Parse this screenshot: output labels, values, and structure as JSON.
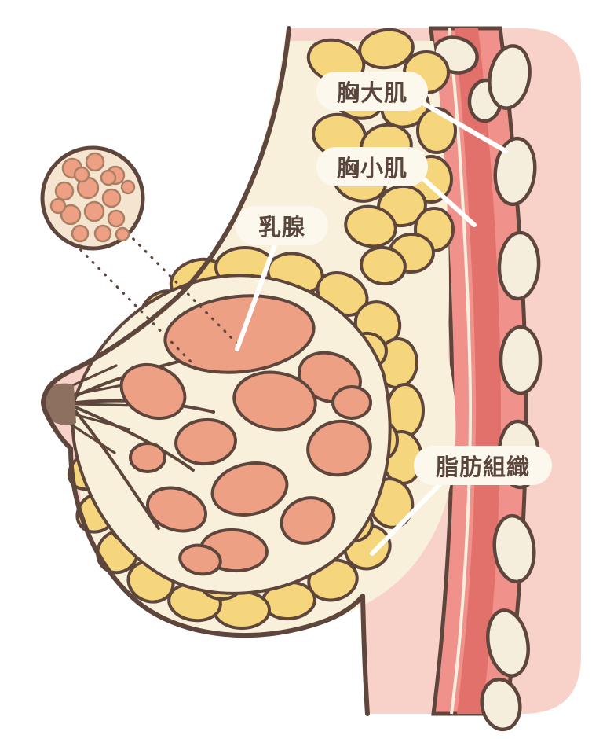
{
  "page": {
    "background": "#ffffff"
  },
  "illustration": {
    "subject": "breast-anatomy-cross-section",
    "labels": {
      "pectoralis_major": "胸大肌",
      "pectoralis_minor": "胸小肌",
      "mammary_gland": "乳腺",
      "adipose_tissue": "脂肪組織"
    },
    "colors": {
      "skin": "#f8d2c9",
      "outline": "#5e463c",
      "fat": "#f5d67c",
      "gland_bg": "#f8f0da",
      "gland_lobe": "#eda084",
      "muscle_light": "#f0928b",
      "muscle_dark": "#e2716c",
      "rib": "#f6eedd",
      "inset_bg": "#f4e4d0",
      "inset_lobe_stroke": "#aa7f62",
      "nipple_shadow": "#8d7060",
      "label_bg": "#fdf8ee",
      "label_text": "#5b463c",
      "leader": "#ffffff"
    }
  }
}
